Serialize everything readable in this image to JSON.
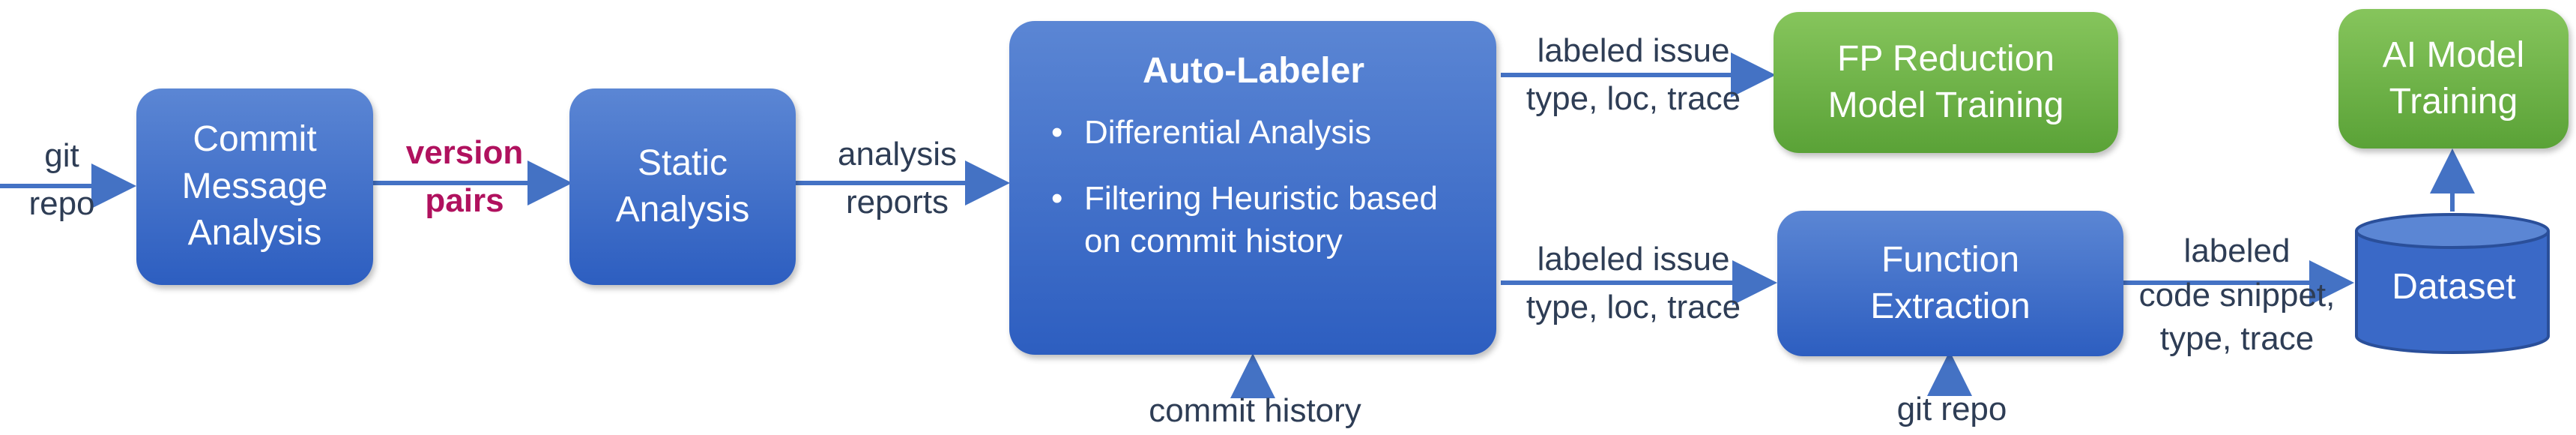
{
  "inputs": {
    "git_repo_left": "git\nrepo",
    "version_pairs": "version\npairs",
    "analysis_reports": "analysis\nreports",
    "commit_history": "commit history",
    "git_repo_bottom": "git repo"
  },
  "boxes": {
    "commit_message_analysis": "Commit\nMessage\nAnalysis",
    "static_analysis": "Static\nAnalysis",
    "auto_labeler": {
      "title": "Auto-Labeler",
      "items": [
        "Differential Analysis",
        "Filtering Heuristic based on commit history"
      ]
    },
    "fp_reduction": "FP Reduction\nModel Training",
    "function_extraction": "Function\nExtraction",
    "dataset": "Dataset",
    "ai_model_training": "AI Model\nTraining"
  },
  "edge_labels": {
    "labeled_issue_top": "labeled issue\ntype, loc, trace",
    "labeled_issue_bottom": "labeled issue\ntype, loc, trace",
    "labeled_snippet": "labeled\ncode snippet,\ntype, trace"
  },
  "bullet_glyph": "•",
  "colors": {
    "box_blue": "#3a69c7",
    "box_green": "#6db545",
    "arrow": "#4472c4",
    "text_dark": "#2e3d55",
    "highlight": "#b0115e"
  }
}
